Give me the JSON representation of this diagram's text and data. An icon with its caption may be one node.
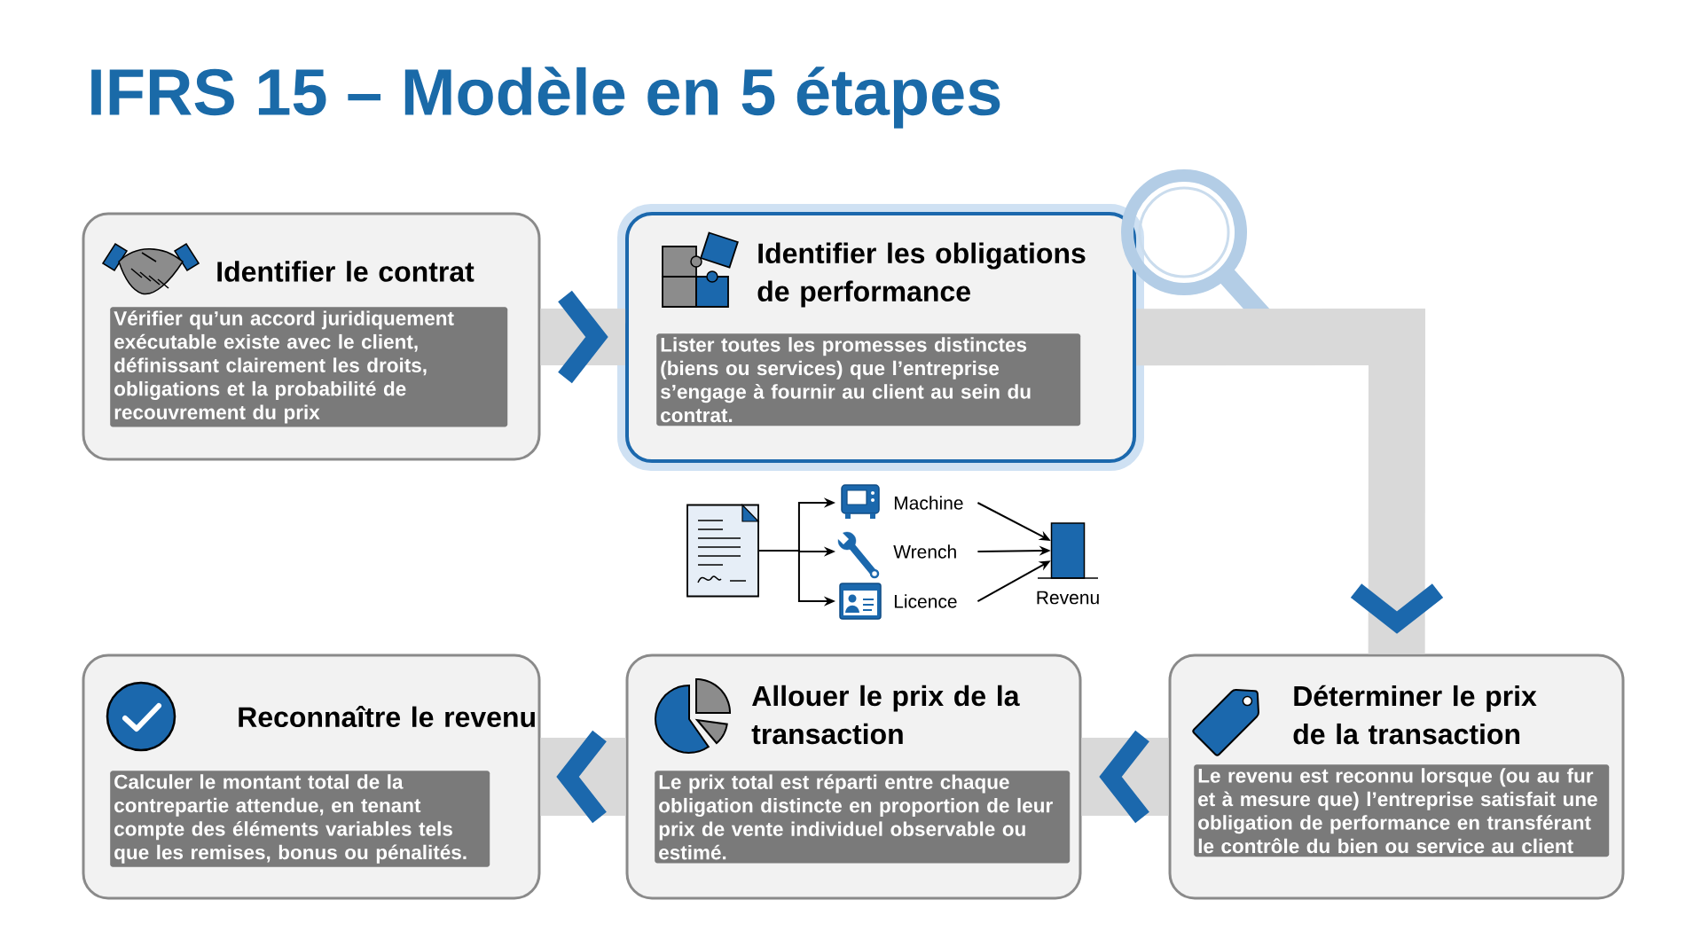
{
  "diagram": {
    "title": "IFRS 15 – Modèle en 5 étapes",
    "nodes": [
      {
        "text": [
          "Identifier le contrat",
          "Vérifier qu’un accord juridiquement exécutable existe avec le client, définissant clairement les droits, obligations et la probabilité de recouvrement du prix"
        ]
      },
      {
        "text": [
          "Identifier les obligations de performance",
          "Lister toutes les promesses distinctes (biens ou services) que l’entreprise s’engage à fournir au client au sein du contrat."
        ]
      },
      {
        "text": [
          "Déterminer le prix de la transaction",
          "Le revenu est reconnu lorsque (ou au fur et à mesure que) l’entreprise satisfait une obligation de performance en transférant le contrôle du bien ou service au client"
        ]
      },
      {
        "text": [
          "Allouer le prix de la transaction",
          "Le prix total est réparti entre chaque obligation distincte en proportion de leur prix de vente individuel observable ou estimé."
        ]
      },
      {
        "text": [
          "Reconnaître le revenu",
          "Calculer le montant total de la contrepartie attendue, en tenant compte des éléments variables tels que les remises, bonus ou pénalités."
        ]
      },
      {
        "text": [],
        "shape": "document"
      },
      {
        "text": [
          "Machine"
        ]
      },
      {
        "text": [
          "Wrench"
        ]
      },
      {
        "text": [
          "Licence"
        ]
      },
      {
        "text": [
          "Revenu"
        ]
      }
    ],
    "edges": [
      {
        "from": 0,
        "to": 1,
        "arrow": "to",
        "style": "thick",
        "color": "#1b68ad"
      },
      {
        "from": 1,
        "to": 2,
        "arrow": "to",
        "style": "thick",
        "color": "#d9d9d9"
      },
      {
        "from": 2,
        "to": 3,
        "arrow": "to",
        "style": "thick",
        "color": "#1b68ad"
      },
      {
        "from": 3,
        "to": 4,
        "arrow": "to",
        "style": "thick",
        "color": "#1b68ad"
      },
      {
        "from": 5,
        "to": 6,
        "arrow": "to"
      },
      {
        "from": 5,
        "to": 7,
        "arrow": "to"
      },
      {
        "from": 5,
        "to": 8,
        "arrow": "to"
      },
      {
        "from": 6,
        "to": 9,
        "arrow": "to"
      },
      {
        "from": 7,
        "to": 9,
        "arrow": "to"
      },
      {
        "from": 8,
        "to": 9,
        "arrow": "to"
      }
    ]
  }
}
